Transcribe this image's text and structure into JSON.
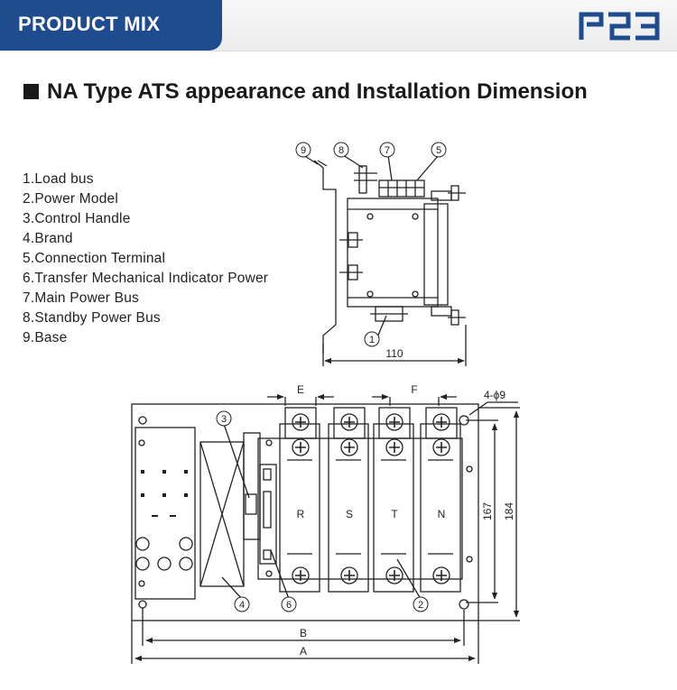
{
  "header": {
    "tab_label": "PRODUCT MIX",
    "logo_icon": "r23-logo-icon",
    "brand_color": "#1f4b8f"
  },
  "heading": "NA Type ATS appearance and Installation Dimension",
  "legend": [
    "1.Load bus",
    "2.Power Model",
    "3.Control Handle",
    "4.Brand",
    "5.Connection Terminal",
    "6.Transfer Mechanical Indicator Power",
    "7.Main Power Bus",
    "8.Standby Power Bus",
    "9.Base"
  ],
  "side_view": {
    "callouts": [
      "9",
      "8",
      "7",
      "5",
      "1"
    ],
    "width_dim": "110"
  },
  "front_view": {
    "poles": [
      "R",
      "S",
      "T",
      "N"
    ],
    "dim_e": "E",
    "dim_f": "F",
    "holes_label": "4-ϕ9",
    "dim_167": "167",
    "dim_184": "184",
    "dim_b": "B",
    "dim_a": "A",
    "callouts": [
      "3",
      "4",
      "6",
      "2"
    ]
  }
}
